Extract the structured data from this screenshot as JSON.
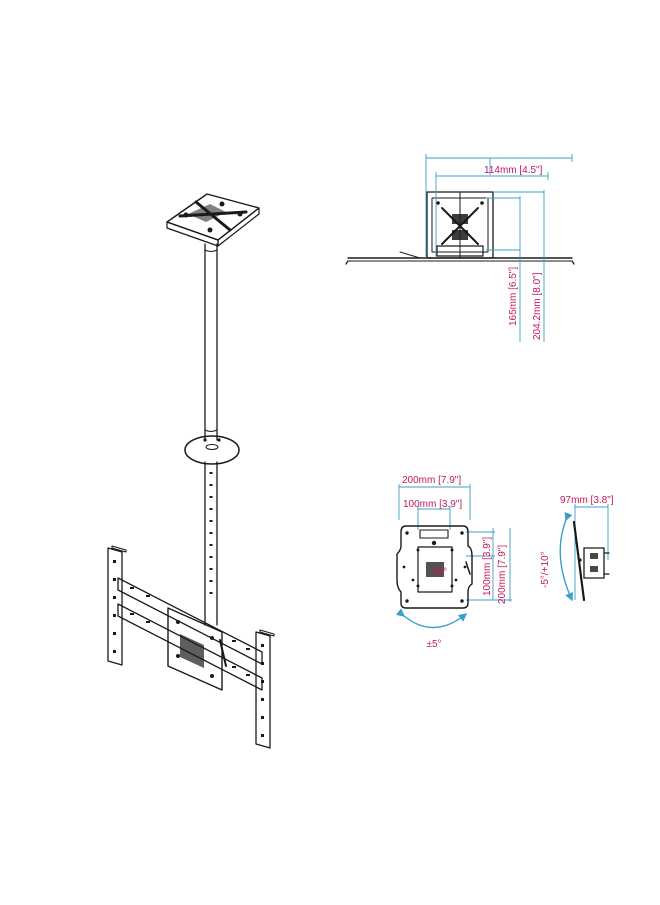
{
  "colors": {
    "dimension_line": "#3aa0c8",
    "dimension_text": "#c2185b",
    "line_art": "#1a1a1a",
    "background": "#ffffff"
  },
  "views": {
    "side_view_top": {
      "width_label": "114mm [4.5\"]",
      "height_label_1": "165mm [6.5\"]",
      "height_label_2": "204.2mm [8.0\"]"
    },
    "vesa_plate_front": {
      "width_outer_label": "200mm [7.9\"]",
      "width_inner_label": "100mm [3.9\"]",
      "height_inner_label": "100mm [3.9\"]",
      "height_outer_label": "200mm [7.9\"]",
      "rotation_center_label": "90°",
      "rotation_label": "±5°"
    },
    "vesa_plate_side": {
      "depth_label": "97mm [3.8\"]",
      "tilt_label": "-5°/+10°"
    }
  }
}
